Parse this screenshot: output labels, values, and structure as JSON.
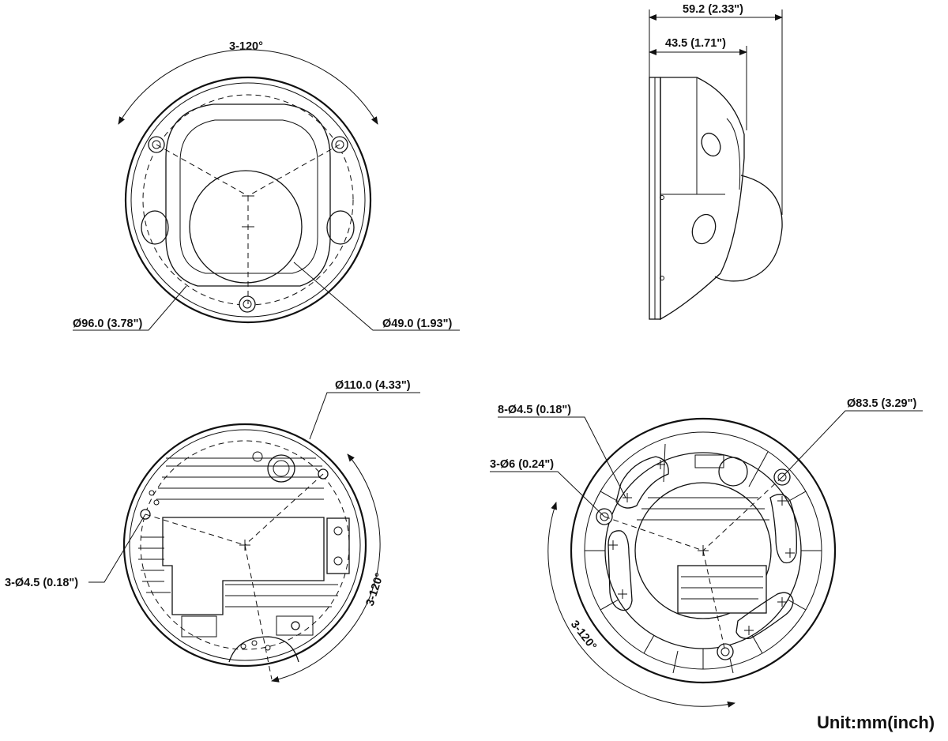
{
  "diagram": {
    "top_view": {
      "angle_label": "3-120°",
      "outer_diameter_label": "Ø96.0 (3.78\")",
      "inner_diameter_label": "Ø49.0 (1.93\")"
    },
    "side_view": {
      "total_depth_label": "59.2 (2.33\")",
      "body_depth_label": "43.5 (1.71\")"
    },
    "bottom_view": {
      "diameter_label": "Ø110.0 (4.33\")",
      "holes_label": "3-Ø4.5 (0.18\")",
      "angle_label": "3-120°"
    },
    "mount_view": {
      "slots_label": "8-Ø4.5 (0.18\")",
      "holes_label": "3-Ø6 (0.24\")",
      "diameter_label": "Ø83.5 (3.29\")",
      "angle_label": "3-120°"
    },
    "unit_label": "Unit:mm(inch)"
  }
}
